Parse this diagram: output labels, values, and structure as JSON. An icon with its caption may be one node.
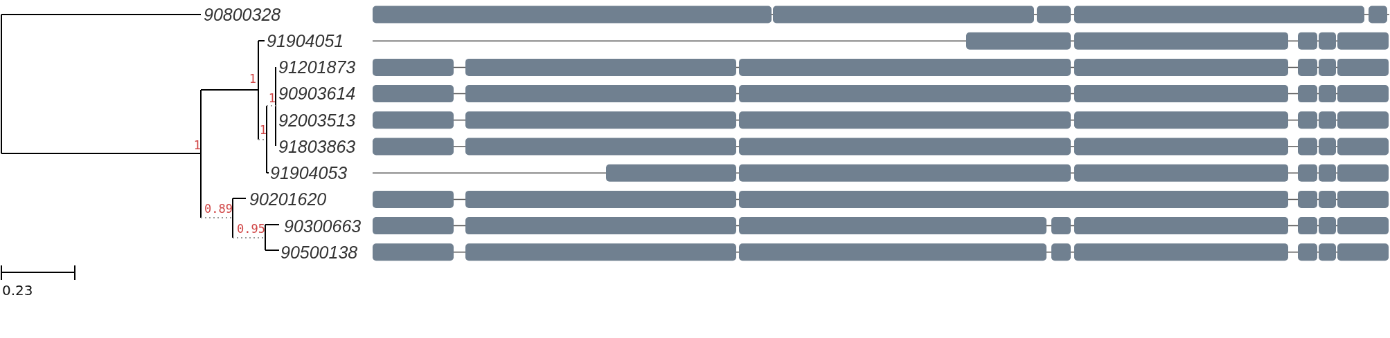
{
  "diagram": {
    "labels": [
      "90800328",
      "91904051",
      "1",
      "91201873",
      "1",
      "90903614",
      "92003513",
      "1",
      "91803863",
      "1",
      "91904053",
      "90201620",
      "0.89",
      "90300663",
      "0.95",
      "90500138",
      "0.23"
    ]
  }
}
